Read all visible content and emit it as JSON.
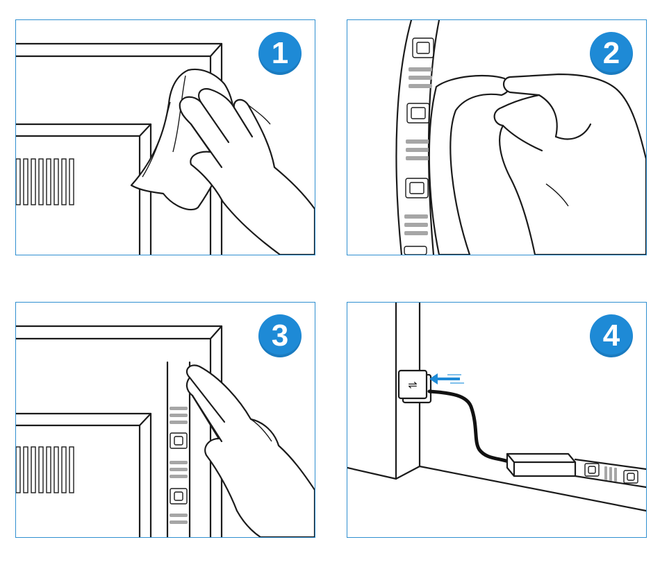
{
  "steps": [
    {
      "number": "1"
    },
    {
      "number": "2"
    },
    {
      "number": "3"
    },
    {
      "number": "4"
    }
  ],
  "colors": {
    "accent": "#1e8ad6",
    "border": "#2f8fd0",
    "ink": "#1b1b1b",
    "arrow": "#1e8ad6"
  },
  "icons": {
    "step1": "hand-wiping-with-cloth-icon",
    "step2": "peel-adhesive-backing-icon",
    "step3": "press-led-strip-icon",
    "step4": "usb-plug-in-icon"
  }
}
